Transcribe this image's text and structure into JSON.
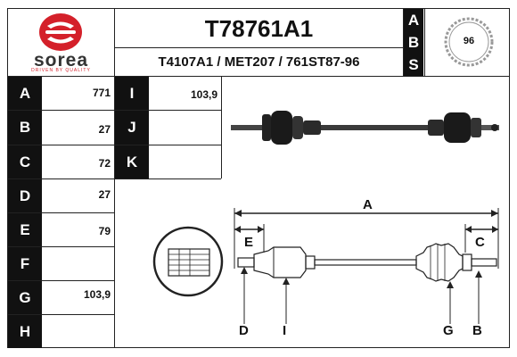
{
  "brand": {
    "name": "sorea",
    "tagline": "DRIVEN BY QUALITY",
    "color": "#d4202a"
  },
  "header": {
    "main_code": "T78761A1",
    "alt_codes": "T4107A1 / MET207 / 761ST87-96",
    "abs_letters": [
      "A",
      "B",
      "S"
    ],
    "abs_teeth": "96"
  },
  "rows_left": [
    {
      "label": "A",
      "value": "771"
    },
    {
      "label": "B",
      "value": "27"
    },
    {
      "label": "C",
      "value": "72"
    },
    {
      "label": "D",
      "value": "27"
    },
    {
      "label": "E",
      "value": "79"
    },
    {
      "label": "F",
      "value": ""
    },
    {
      "label": "G",
      "value": "103,9"
    },
    {
      "label": "H",
      "value": ""
    }
  ],
  "rows_right": [
    {
      "label": "I",
      "value": "103,9"
    },
    {
      "label": "J",
      "value": ""
    },
    {
      "label": "K",
      "value": ""
    }
  ],
  "diagram": {
    "dim_A": "A",
    "dim_E": "E",
    "dim_C": "C",
    "mark_D": "D",
    "mark_I": "I",
    "mark_G": "G",
    "mark_B": "B"
  }
}
